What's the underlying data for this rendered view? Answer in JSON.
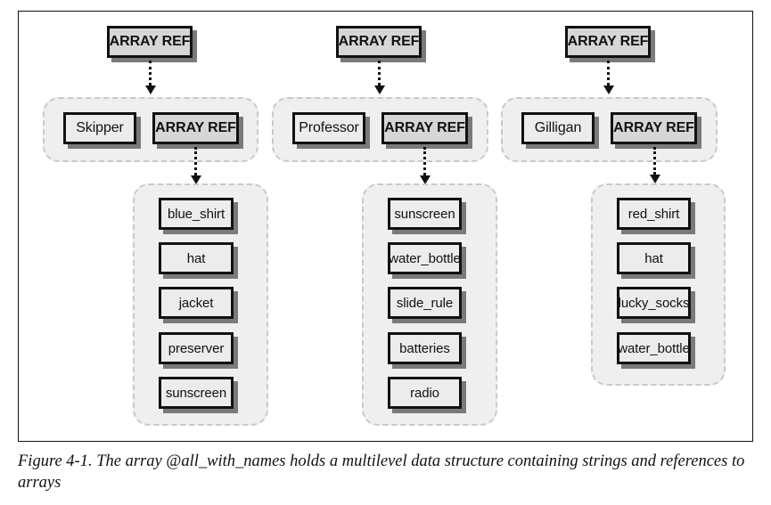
{
  "diagram": {
    "columns": [
      {
        "top_ref_label": "ARRAY REF",
        "name_label": "Skipper",
        "inner_ref_label": "ARRAY REF",
        "items": [
          "blue_shirt",
          "hat",
          "jacket",
          "preserver",
          "sunscreen"
        ]
      },
      {
        "top_ref_label": "ARRAY REF",
        "name_label": "Professor",
        "inner_ref_label": "ARRAY REF",
        "items": [
          "sunscreen",
          "water_bottle",
          "slide_rule",
          "batteries",
          "radio"
        ]
      },
      {
        "top_ref_label": "ARRAY REF",
        "name_label": "Gilligan",
        "inner_ref_label": "ARRAY REF",
        "items": [
          "red_shirt",
          "hat",
          "lucky_socks",
          "water_bottle"
        ]
      }
    ]
  },
  "caption": {
    "text": "Figure 4-1. The array @all_with_names holds a multilevel data structure containing strings and references to arrays"
  }
}
